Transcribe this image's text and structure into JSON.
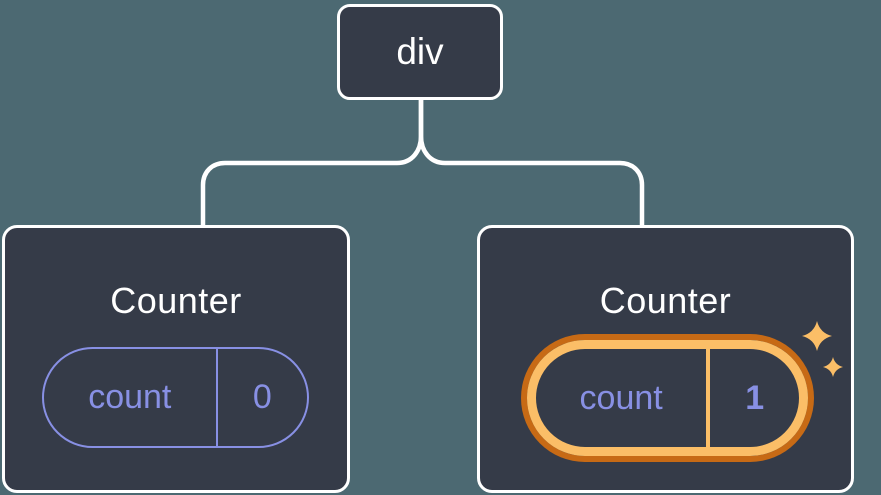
{
  "diagram": {
    "description": "component-tree",
    "root": {
      "label": "div"
    },
    "children": [
      {
        "title": "Counter",
        "state_name": "count",
        "state_value": "0",
        "highlighted": false
      },
      {
        "title": "Counter",
        "state_name": "count",
        "state_value": "1",
        "highlighted": true
      }
    ]
  },
  "icons": {
    "sparkle_large": "sparkle-icon",
    "sparkle_small": "sparkle-icon"
  },
  "colors": {
    "background": "#4C6972",
    "node_fill": "#353B48",
    "node_border": "#FFFFFF",
    "connector": "#FFFFFF",
    "state_accent": "#8890E4",
    "highlight_inner": "#FBBE67",
    "highlight_outer": "#C76A15",
    "sparkle": "#FBBE67"
  }
}
